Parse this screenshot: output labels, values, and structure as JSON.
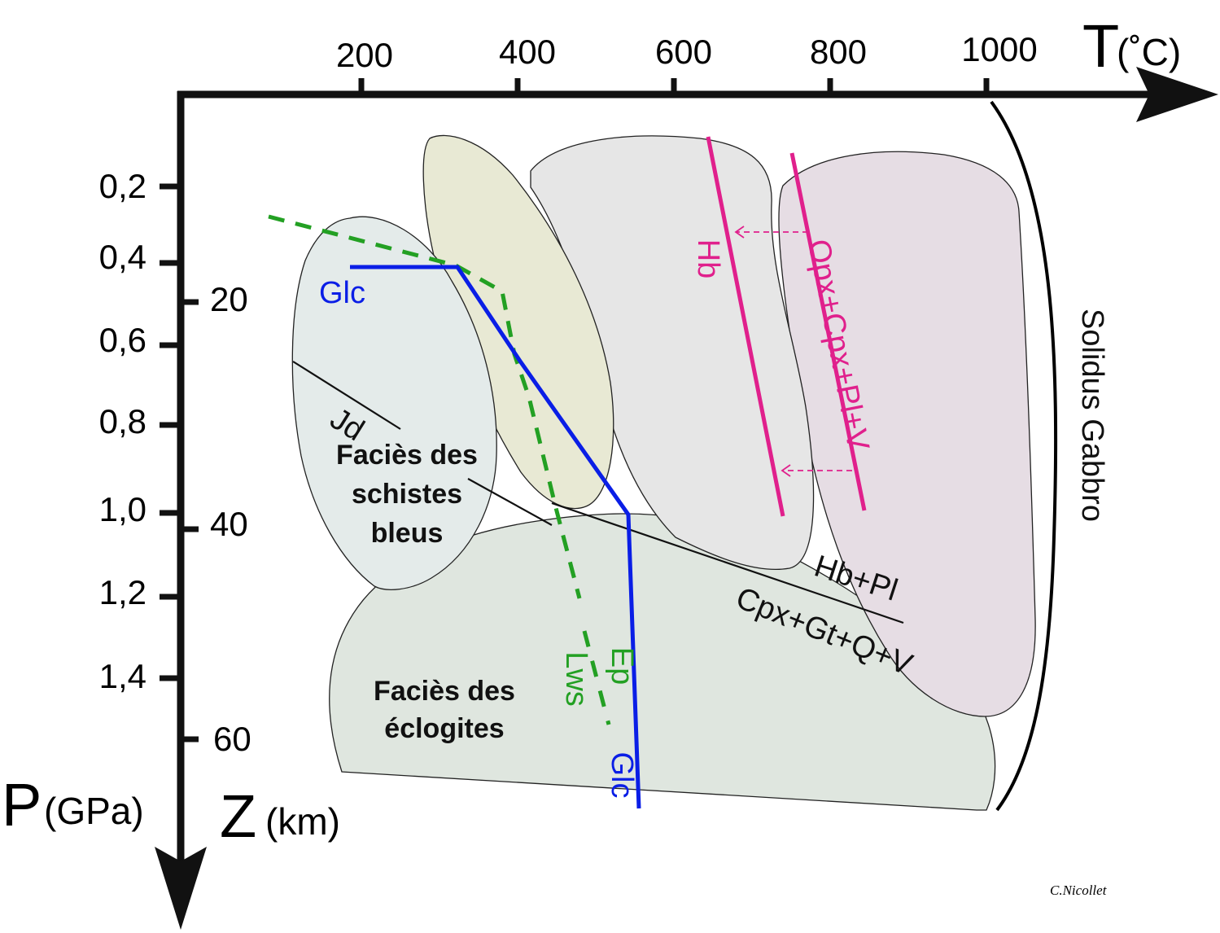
{
  "axes": {
    "temperature": {
      "title": "T",
      "unit": "(˚C)",
      "ticks": [
        "200",
        "400",
        "600",
        "800",
        "1000"
      ]
    },
    "pressure": {
      "title": "P",
      "unit": "(GPa)",
      "ticks": [
        "0,2",
        "0,4",
        "0,6",
        "0,8",
        "1,0",
        "1,2",
        "1,4"
      ]
    },
    "depth": {
      "title": "Z",
      "unit": "(km)",
      "ticks": [
        "20",
        "40",
        "60"
      ]
    }
  },
  "facies": {
    "blueschist": [
      "Faciès des",
      "schistes",
      "bleus"
    ],
    "eclogite": [
      "Faciès des",
      "éclogites"
    ]
  },
  "reactions": {
    "glc_top": "Glc",
    "glc_bottom": "Glc",
    "jd": "Jd",
    "hb": "Hb",
    "opx": "Opx+Cpx+Pl+V",
    "hb_pl": "Hb+Pl",
    "cpx_gt": "Cpx+Gt+Q+V",
    "ep": "Ep",
    "lws": "Lws",
    "solidus": "Solidus Gabbro"
  },
  "credit": "C.Nicollet",
  "colors": {
    "blueschist_fill": "#e4ebea",
    "lawsonite_fill": "#e8e9d4",
    "greenschist_fill": "#e6e6e6",
    "granulite_fill": "#e6dde4",
    "eclogite_fill": "#dfe6df",
    "glaucophane_line": "#0a1ee6",
    "epidote_line": "#23a023",
    "hornblende_line": "#e0208c",
    "axis": "#111111"
  }
}
